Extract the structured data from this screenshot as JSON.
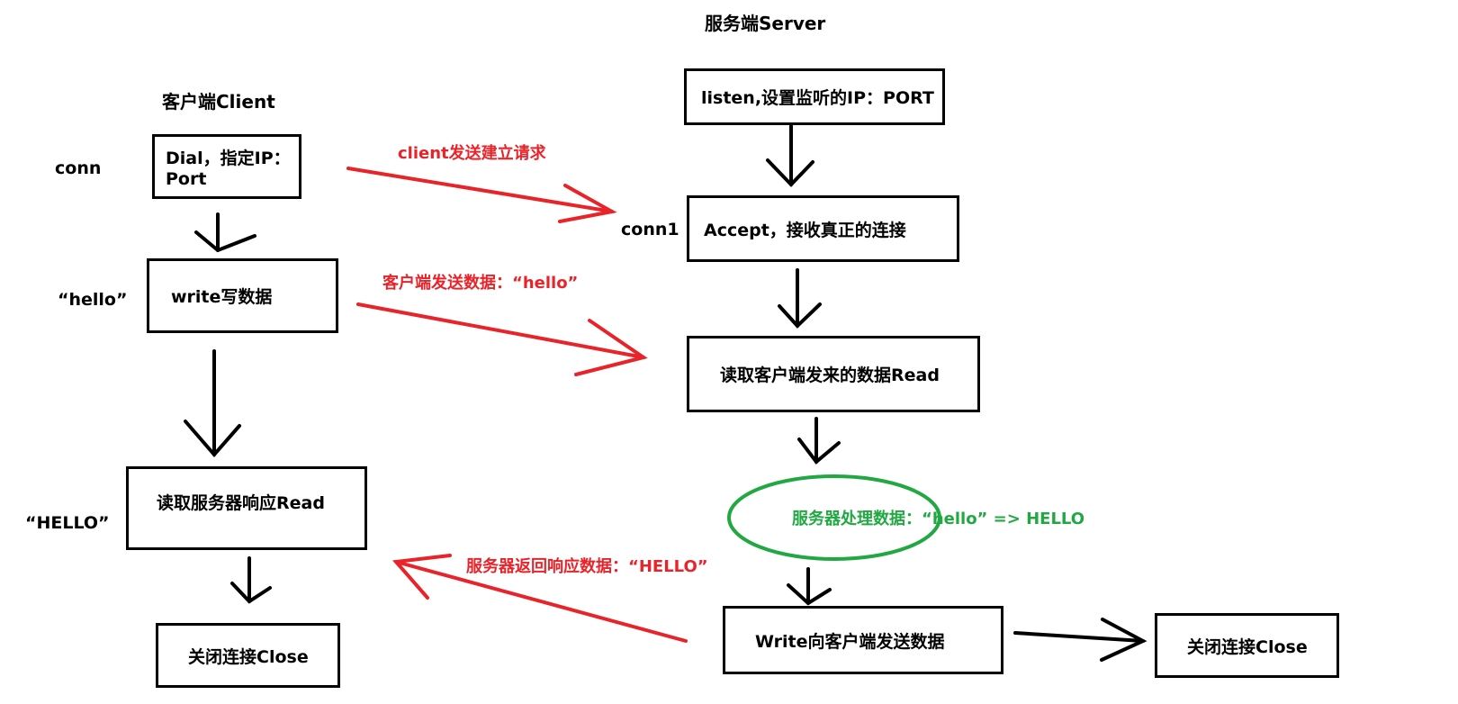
{
  "colors": {
    "annotation_red": "#e8242a",
    "annotation_green": "#22a843",
    "stroke": "#000000"
  },
  "server": {
    "title": "服务端Server",
    "listen": "listen,设置监听的IP：PORT",
    "accept": "Accept，接收真正的连接",
    "conn1": "conn1",
    "read": "读取客户端发来的数据Read",
    "process": "服务器处理数据：“hello” => HELLO",
    "write": "Write向客户端发送数据",
    "close": "关闭连接Close"
  },
  "client": {
    "title": "客户端Client",
    "conn": "conn",
    "dial": "Dial，指定IP：Port",
    "hello_note": "“hello”",
    "write": "write写数据",
    "HELLO_note": "“HELLO”",
    "read": "读取服务器响应Read",
    "close": "关闭连接Close"
  },
  "messages": {
    "connect_request": "client发送建立请求",
    "send_data": "客户端发送数据：“hello”",
    "response": "服务器返回响应数据：“HELLO”"
  }
}
